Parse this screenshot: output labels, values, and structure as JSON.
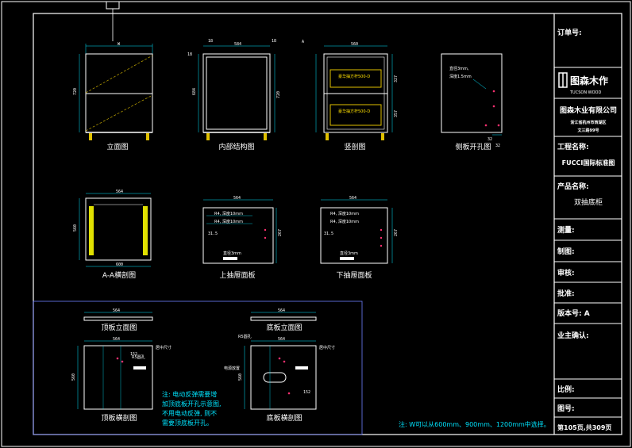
{
  "views": {
    "elevation": "立面图",
    "internal": "内部结构图",
    "section": "竖剖图",
    "side_holes": "侧板开孔图",
    "aa_section": "A-A横剖图",
    "upper_drawer": "上抽屉面板",
    "lower_drawer": "下抽屉面板",
    "top_elev": "顶板立面图",
    "bottom_elev": "底板立面图",
    "top_section": "顶板横剖图",
    "bottom_section": "底板横剖图"
  },
  "drawer_labels": {
    "upper": "豪华抽方杆500-D",
    "lower": "豪华抽方杆500-D"
  },
  "side_note": {
    "line1": "直径3mm,",
    "line2": "深度1.5mm"
  },
  "notes": {
    "elec_1": "注: 电动反弹需要增",
    "elec_2": "加顶底板开孔示意图,",
    "elec_3": "不用电动反弹, 则不",
    "elec_4": "需要顶底板开孔。",
    "width": "注: W可以从600mm、900mm、1200mm中选择。"
  },
  "title_block": {
    "order_no": "订单号:",
    "brand": "图森木作",
    "brand_en": "TUCSON WOOD",
    "company": "图森木业有限公司",
    "address_1": "浙江省杭州市西湖区",
    "address_2": "文三路99号",
    "project_label": "工程名称:",
    "project_value": "FUCCI国际标准图",
    "product_label": "产品名称:",
    "product_value": "双抽底柜",
    "measure": "测量:",
    "draw": "制图:",
    "review": "审核:",
    "approve": "批准:",
    "version": "版本号: A",
    "owner": "业主确认:",
    "scale": "比例:",
    "drawing_no": "图号:",
    "page": "第105页,共309页"
  }
}
